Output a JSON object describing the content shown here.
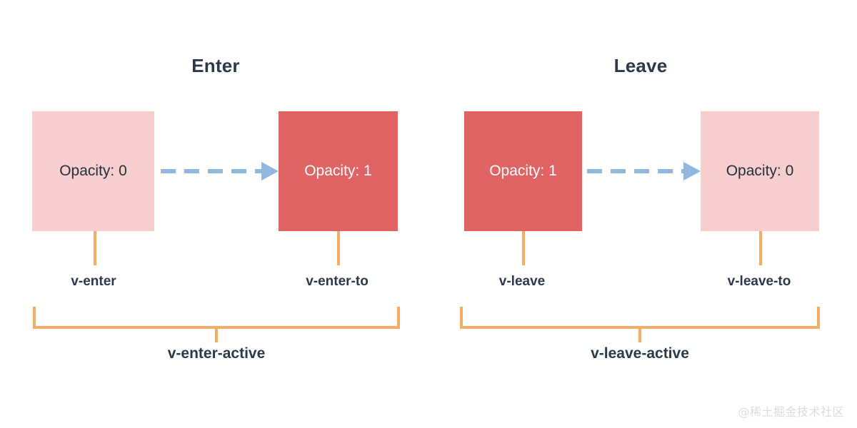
{
  "colors": {
    "background": "#ffffff",
    "box_light": "#f7cdcd",
    "box_solid": "#e06464",
    "arrow": "#8fb8dc",
    "bracket": "#f6ab66",
    "text_dark": "#2b3a4a",
    "text_on_solid": "#ffffff",
    "watermark": "#dcdcdc"
  },
  "groups": [
    {
      "key": "enter",
      "title": "Enter",
      "from_box": {
        "label": "Opacity: 0",
        "style": "light"
      },
      "to_box": {
        "label": "Opacity: 1",
        "style": "solid"
      },
      "arrow": {
        "icon": "dashed-arrow-right-icon",
        "dashes": 5
      },
      "from_label": "v-enter",
      "to_label": "v-enter-to",
      "active_label": "v-enter-active"
    },
    {
      "key": "leave",
      "title": "Leave",
      "from_box": {
        "label": "Opacity: 1",
        "style": "solid"
      },
      "to_box": {
        "label": "Opacity: 0",
        "style": "light"
      },
      "arrow": {
        "icon": "dashed-arrow-right-icon",
        "dashes": 5
      },
      "from_label": "v-leave",
      "to_label": "v-leave-to",
      "active_label": "v-leave-active"
    }
  ],
  "watermark": "@稀土掘金技术社区"
}
